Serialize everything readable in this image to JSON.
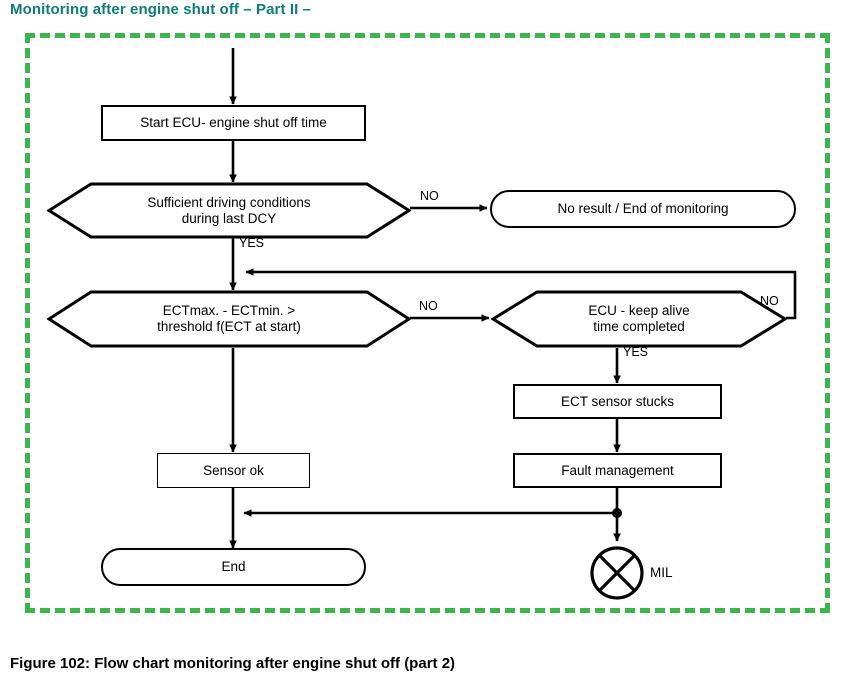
{
  "figure": {
    "title": "Monitoring after engine shut off – Part II –",
    "caption": "Figure 102: Flow chart monitoring after engine shut off (part 2)",
    "title_color": "#0f7b7b",
    "frame_color": "#3cb54a",
    "line_color": "#000000"
  },
  "chart_data": {
    "type": "diagram",
    "title": "Monitoring after engine shut off – Part II –",
    "nodes": [
      {
        "id": "start",
        "shape": "rect",
        "label": "Start ECU- engine shut off time"
      },
      {
        "id": "suff_cond",
        "shape": "hexagon",
        "label": "Sufficient driving conditions during last DCY"
      },
      {
        "id": "no_result",
        "shape": "stadium",
        "label": "No result / End of monitoring"
      },
      {
        "id": "ect_threshold",
        "shape": "hexagon",
        "label": "ECTmax. - ECTmin. > threshold f(ECT at start)"
      },
      {
        "id": "keep_alive",
        "shape": "hexagon",
        "label": "ECU - keep alive time completed"
      },
      {
        "id": "ect_stucks",
        "shape": "rect",
        "label": "ECT sensor stucks"
      },
      {
        "id": "fault_mgmt",
        "shape": "rect",
        "label": "Fault management"
      },
      {
        "id": "sensor_ok",
        "shape": "rect",
        "label": "Sensor ok"
      },
      {
        "id": "end",
        "shape": "stadium",
        "label": "End"
      },
      {
        "id": "mil",
        "shape": "circle-x",
        "label": "MIL"
      }
    ],
    "edges": [
      {
        "from": "entry",
        "to": "start",
        "label": ""
      },
      {
        "from": "start",
        "to": "suff_cond",
        "label": ""
      },
      {
        "from": "suff_cond",
        "to": "no_result",
        "label": "NO"
      },
      {
        "from": "suff_cond",
        "to": "ect_threshold",
        "label": "YES"
      },
      {
        "from": "ect_threshold",
        "to": "keep_alive",
        "label": "NO"
      },
      {
        "from": "ect_threshold",
        "to": "sensor_ok",
        "label": ""
      },
      {
        "from": "keep_alive",
        "to": "ect_threshold",
        "label": "NO"
      },
      {
        "from": "keep_alive",
        "to": "ect_stucks",
        "label": "YES"
      },
      {
        "from": "ect_stucks",
        "to": "fault_mgmt",
        "label": ""
      },
      {
        "from": "fault_mgmt",
        "to": "mil",
        "label": ""
      },
      {
        "from": "fault_mgmt",
        "to": "end",
        "label": ""
      },
      {
        "from": "sensor_ok",
        "to": "end",
        "label": ""
      }
    ]
  },
  "nodes": {
    "start": {
      "label": "Start ECU- engine shut off time"
    },
    "suff_cond": {
      "line1": "Sufficient driving conditions",
      "line2": "during last DCY"
    },
    "no_result": {
      "label": "No result / End of monitoring"
    },
    "ect_threshold": {
      "line1": "ECTmax. - ECTmin. >",
      "line2": "threshold f(ECT at start)"
    },
    "keep_alive": {
      "line1": "ECU - keep alive",
      "line2": "time completed"
    },
    "ect_stucks": {
      "label": "ECT sensor stucks"
    },
    "fault_mgmt": {
      "label": "Fault management"
    },
    "sensor_ok": {
      "label": "Sensor ok"
    },
    "end": {
      "label": "End"
    },
    "mil": {
      "label": "MIL"
    }
  },
  "edge_labels": {
    "no_suff_cond": "NO",
    "yes_suff_cond": "YES",
    "no_ect": "NO",
    "no_keep_alive": "NO",
    "yes_keep_alive": "YES"
  }
}
